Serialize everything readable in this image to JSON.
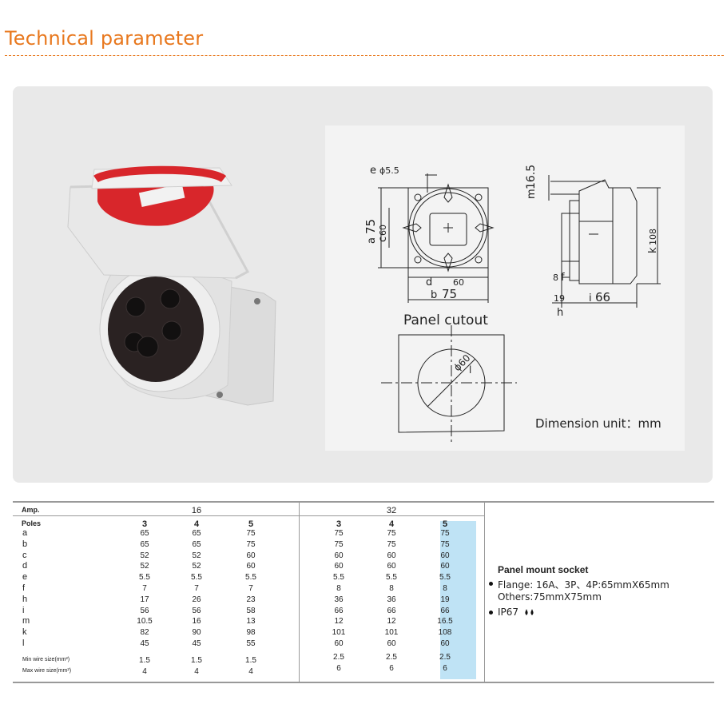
{
  "header": {
    "title": "Technical parameter"
  },
  "drawing": {
    "panel_cutout_label": "Panel cutout",
    "dimension_unit_label": "Dimension unit：mm",
    "front_labels": {
      "e": "e",
      "e_val": "ϕ5.5",
      "a": "a",
      "a_val": "75",
      "c": "c",
      "c_val": "60",
      "d": "d",
      "d_val": "60",
      "b": "b",
      "b_val": "75"
    },
    "side_labels": {
      "m": "m",
      "m_val": "16.5",
      "k": "k",
      "k_val": "108",
      "f": "f",
      "f_val": "8",
      "h": "h",
      "h_val": "19",
      "i": "i",
      "i_val": "66"
    },
    "cutout_labels": {
      "dia": "ϕ60",
      "l": "l"
    }
  },
  "table": {
    "amp_label": "Amp.",
    "poles_label": "Poles",
    "amps": [
      "16",
      "32"
    ],
    "poles": [
      "3",
      "4",
      "5",
      "3",
      "4",
      "5"
    ],
    "rows": [
      {
        "label": "a",
        "values": [
          "65",
          "65",
          "75",
          "75",
          "75",
          "75"
        ]
      },
      {
        "label": "b",
        "values": [
          "65",
          "65",
          "75",
          "75",
          "75",
          "75"
        ]
      },
      {
        "label": "c",
        "values": [
          "52",
          "52",
          "60",
          "60",
          "60",
          "60"
        ]
      },
      {
        "label": "d",
        "values": [
          "52",
          "52",
          "60",
          "60",
          "60",
          "60"
        ]
      },
      {
        "label": "e",
        "values": [
          "5.5",
          "5.5",
          "5.5",
          "5.5",
          "5.5",
          "5.5"
        ]
      },
      {
        "label": "f",
        "values": [
          "7",
          "7",
          "7",
          "8",
          "8",
          "8"
        ]
      },
      {
        "label": "h",
        "values": [
          "17",
          "26",
          "23",
          "36",
          "36",
          "19"
        ]
      },
      {
        "label": "i",
        "values": [
          "56",
          "56",
          "58",
          "66",
          "66",
          "66"
        ]
      },
      {
        "label": "m",
        "values": [
          "10.5",
          "16",
          "13",
          "12",
          "12",
          "16.5"
        ]
      },
      {
        "label": "k",
        "values": [
          "82",
          "90",
          "98",
          "101",
          "101",
          "108"
        ]
      },
      {
        "label": "l",
        "values": [
          "45",
          "45",
          "55",
          "60",
          "60",
          "60"
        ]
      }
    ],
    "min_wire": {
      "label": "Min wire size(mm²)",
      "values": [
        "1.5",
        "1.5",
        "1.5",
        "2.5",
        "2.5",
        "2.5"
      ]
    },
    "max_wire": {
      "label": "Max wire size(mm²)",
      "values": [
        "4",
        "4",
        "4",
        "6",
        "6",
        "6"
      ]
    },
    "highlight_color": "#bfe3f5"
  },
  "description": {
    "title": "Panel mount socket",
    "flange": "Flange: 16A、3P、4P:65mmX65mm",
    "others": "Others:75mmX75mm",
    "ip": "IP67"
  },
  "colors": {
    "accent": "#e8781e",
    "socket_red": "#d8262b",
    "socket_body": "#ececec",
    "socket_insert": "#2a2222"
  }
}
